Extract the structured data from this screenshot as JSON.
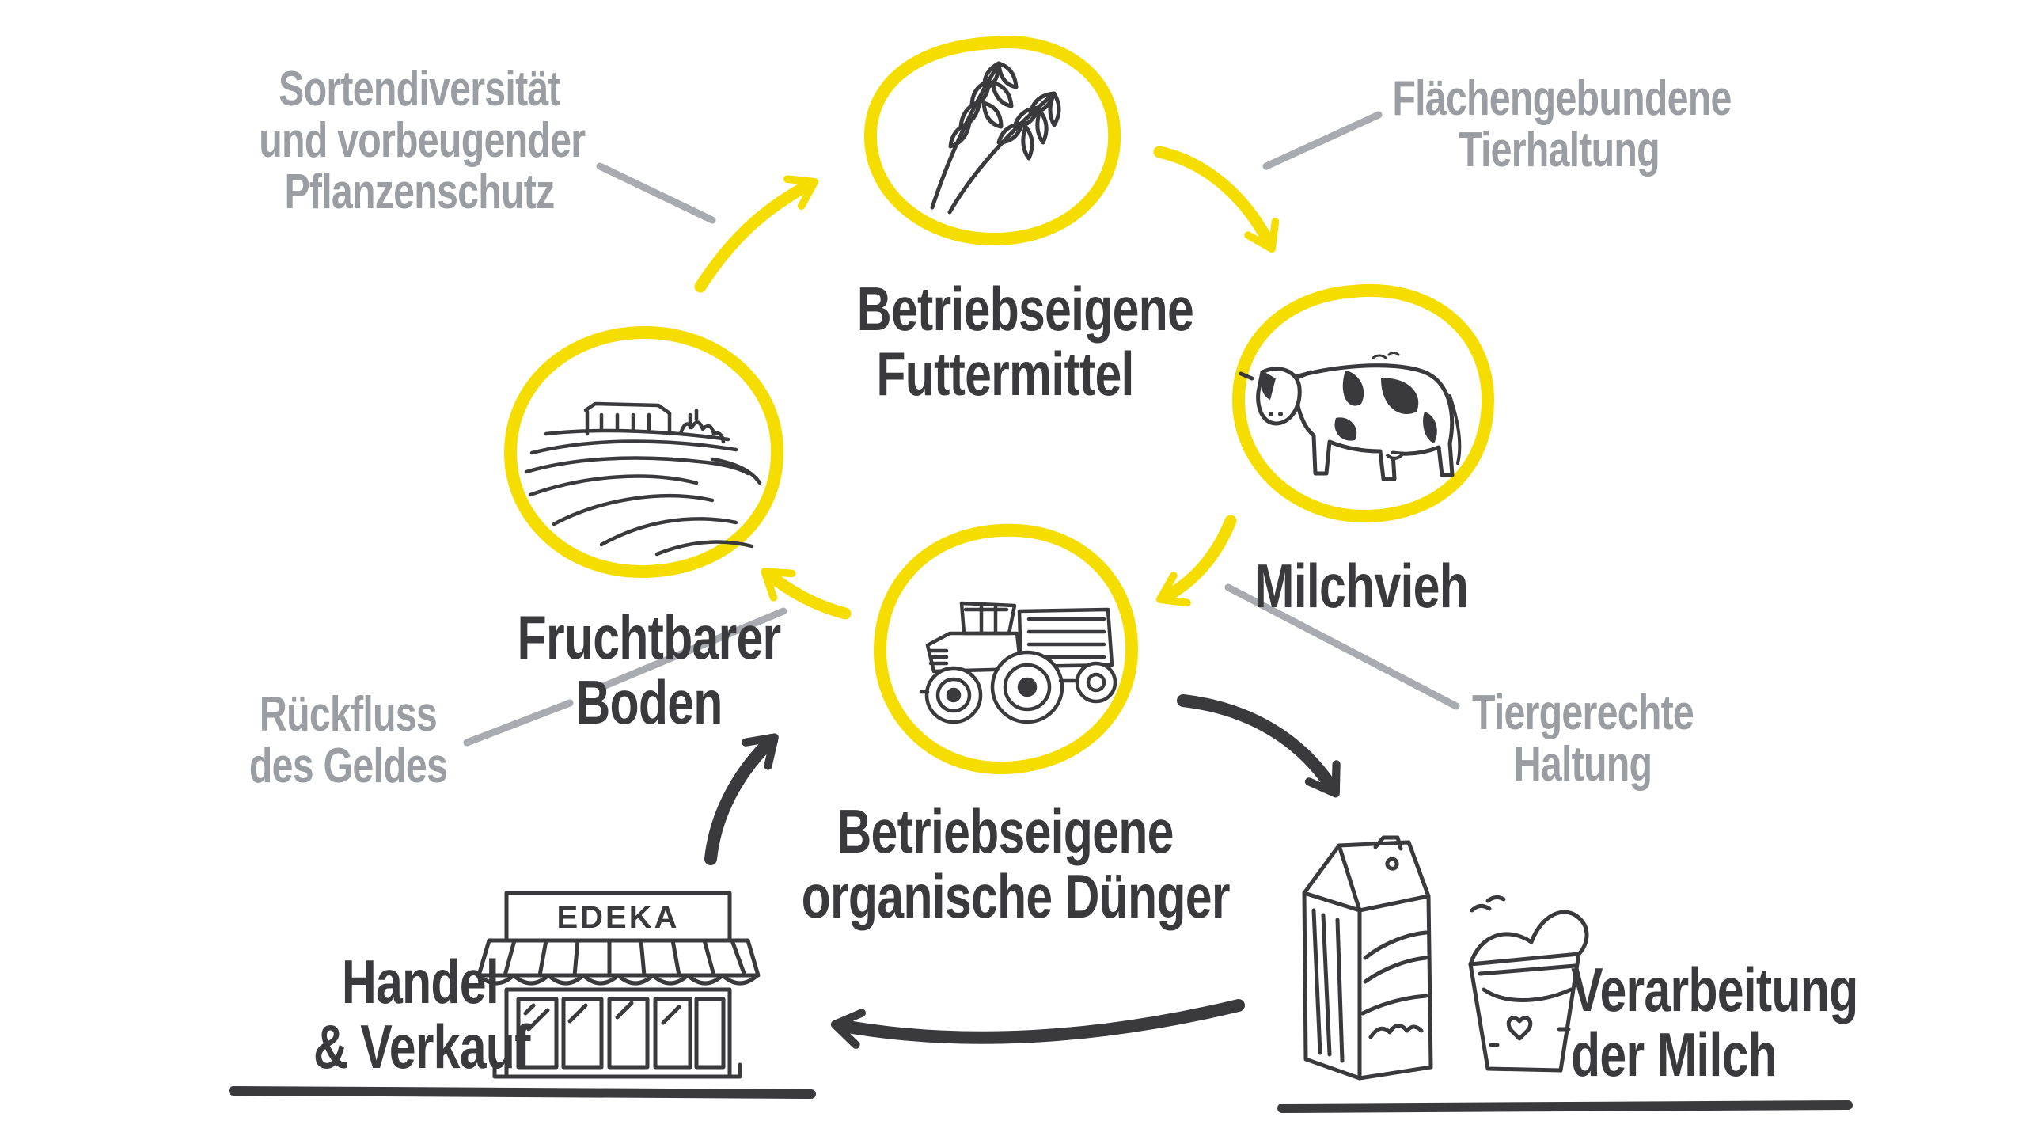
{
  "colors": {
    "accent_yellow": "#f5dd00",
    "dark": "#3a3a3d",
    "gray_text": "#9a9da2",
    "gray_line": "#a8abb0"
  },
  "nodes": {
    "futtermittel": {
      "icon": "wheat-icon",
      "line1": "Betriebseigene",
      "line2": "Futtermittel"
    },
    "milchvieh": {
      "icon": "cow-icon",
      "line1": "Milchvieh"
    },
    "duenger": {
      "icon": "tractor-icon",
      "line1": "Betriebseigene",
      "line2": "organische Dünger"
    },
    "boden": {
      "icon": "field-icon",
      "line1": "Fruchtbarer",
      "line2": "Boden"
    },
    "verarbeitung": {
      "icon": "milk-carton-yogurt-icon",
      "line1": "Verarbeitung",
      "line2": "der Milch"
    },
    "handel": {
      "icon": "store-icon",
      "line1": "Handel",
      "line2": "& Verkauf",
      "sign": "EDEKA"
    }
  },
  "notes": {
    "sortendiversitaet": {
      "line1": "Sortendiversität",
      "line2": "und vorbeugender",
      "line3": "Pflanzenschutz"
    },
    "flaechen": {
      "line1": "Flächengebundene",
      "line2": "Tierhaltung"
    },
    "tiergerecht": {
      "line1": "Tiergerechte",
      "line2": "Haltung"
    },
    "rueckfluss": {
      "line1": "Rückfluss",
      "line2": "des Geldes"
    }
  }
}
